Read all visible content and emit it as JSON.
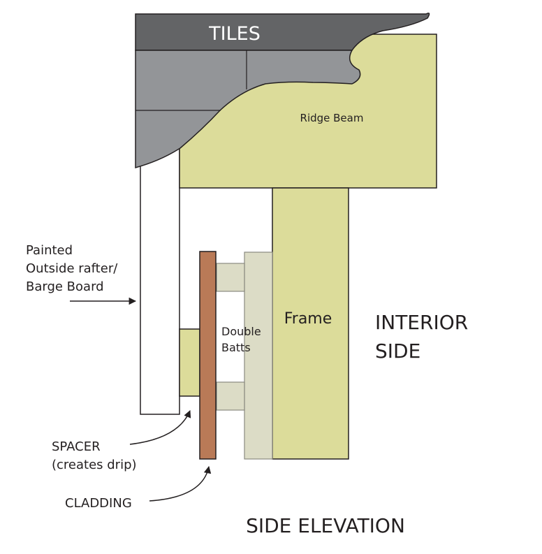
{
  "labels": {
    "tiles": "TILES",
    "ridge_beam": "Ridge Beam",
    "painted_line1": "Painted",
    "painted_line2": "Outside rafter/",
    "painted_line3": "Barge Board",
    "frame": "Frame",
    "double_batts_line1": "Double",
    "double_batts_line2": "Batts",
    "interior_line1": "INTERIOR",
    "interior_line2": "SIDE",
    "spacer_line1": "SPACER",
    "spacer_line2": "(creates drip)",
    "cladding": "CLADDING",
    "title": "SIDE ELEVATION"
  },
  "colors": {
    "tile_dark": "#636466",
    "tile_mid": "#939598",
    "timber": "#dcdc9a",
    "batt": "#dcdcc6",
    "cladding": "#b97a57",
    "stroke": "#231f20",
    "white": "#ffffff"
  }
}
